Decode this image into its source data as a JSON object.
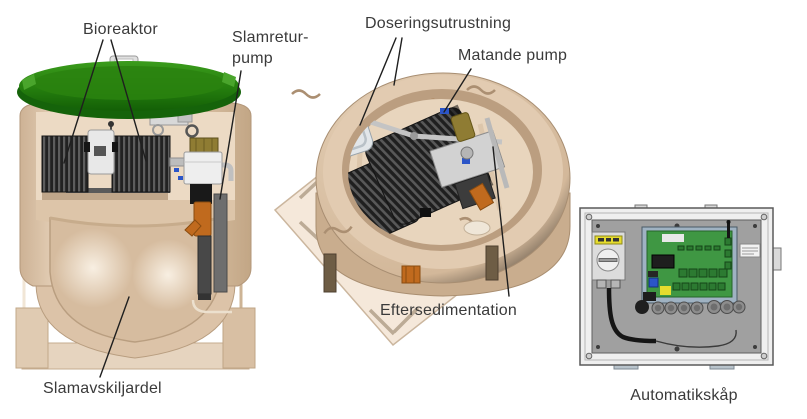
{
  "labels": {
    "bioreaktor": "Bioreaktor",
    "slamretur_line1": "Slamretur-",
    "slamretur_line2": "pump",
    "doseringsutrustning": "Doseringsutrustning",
    "matande_pump": "Matande pump",
    "eftersedimentation": "Eftersedimentation",
    "slamavskiljardel": "Slamavskiljardel",
    "automatikskap": "Automatikskåp"
  },
  "colors": {
    "lid_green": "#2a830f",
    "tank_beige": "#e4d0b8",
    "tank_shadow": "#c0a485",
    "reactor_dark": "#2a2a2a",
    "pipe_orange": "#c06a1e",
    "brass_olive": "#8f7c33",
    "cabinet_gray": "#efefef",
    "panel_gray": "#a0a0a0",
    "pcb_green": "#3f9743",
    "pcb_plate_blue": "#9fb2c2",
    "warning_yellow": "#e6dc2e",
    "relay_blue": "#2b55c8",
    "label_text": "#3a3a3a",
    "leader_line": "#1f1f1f",
    "background": "#ffffff"
  }
}
